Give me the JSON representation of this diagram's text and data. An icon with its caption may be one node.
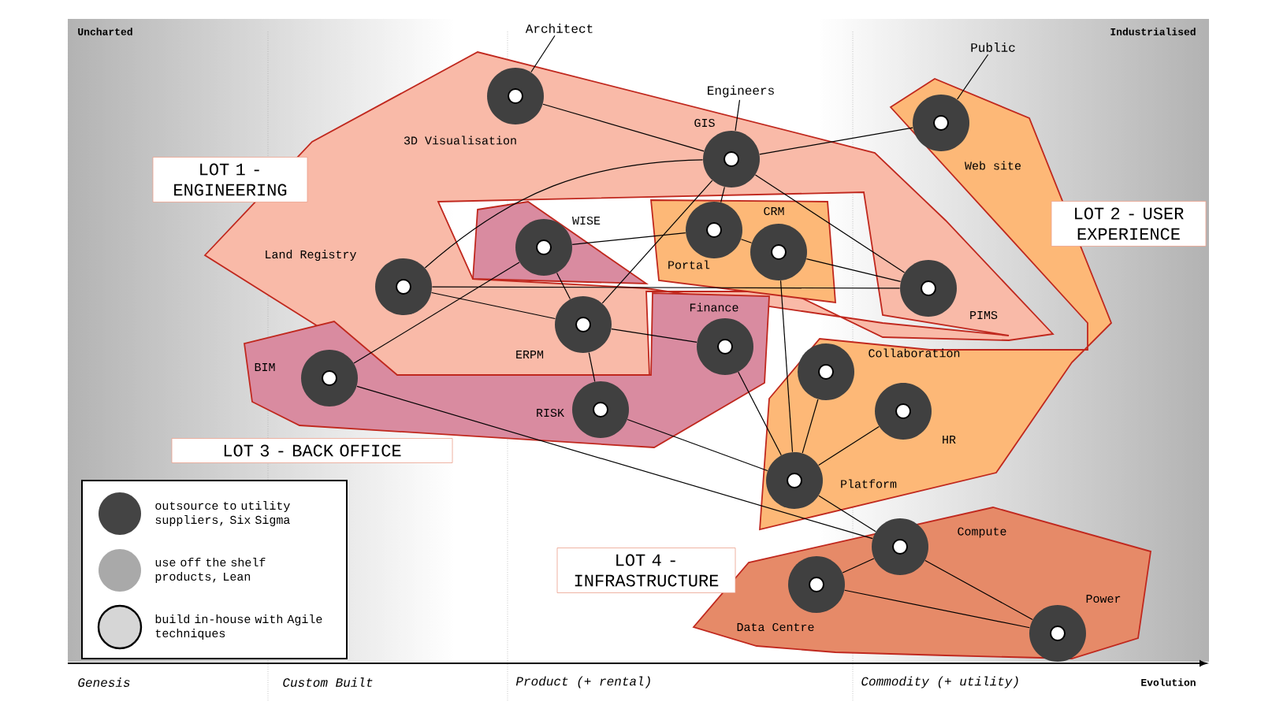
{
  "diagram": {
    "nodes": [
      {
        "text": [
          "Architect"
        ]
      },
      {
        "text": [
          "3D Visualisation"
        ]
      },
      {
        "text": [
          "Engineers"
        ]
      },
      {
        "text": [
          "Public"
        ]
      },
      {
        "text": [
          "GIS"
        ]
      },
      {
        "text": [
          "Web site"
        ]
      },
      {
        "text": [
          "LOT 1 - ENGINEERING"
        ]
      },
      {
        "text": [
          "LOT 2 - USER EXPERIENCE"
        ]
      },
      {
        "text": [
          "WISE"
        ]
      },
      {
        "text": [
          "Portal"
        ]
      },
      {
        "text": [
          "CRM"
        ]
      },
      {
        "text": [
          "Land Registry"
        ]
      },
      {
        "text": [
          "PIMS"
        ]
      },
      {
        "text": [
          "ERPM"
        ]
      },
      {
        "text": [
          "Finance"
        ]
      },
      {
        "text": [
          "BIM"
        ]
      },
      {
        "text": [
          "Collaboration"
        ]
      },
      {
        "text": [
          "RISK"
        ]
      },
      {
        "text": [
          "HR"
        ]
      },
      {
        "text": [
          "LOT 3 - BACK OFFICE"
        ]
      },
      {
        "text": [
          "Platform"
        ]
      },
      {
        "text": [
          "Compute"
        ]
      },
      {
        "text": [
          "LOT 4 - INFRASTRUCTURE"
        ]
      },
      {
        "text": [
          "Data Centre"
        ]
      },
      {
        "text": [
          "Power"
        ]
      }
    ],
    "edges": [
      {
        "from": 0,
        "to": 1,
        "arrow": "none"
      },
      {
        "from": 2,
        "to": 4,
        "arrow": "none"
      },
      {
        "from": 3,
        "to": 5,
        "arrow": "none"
      },
      {
        "from": 1,
        "to": 4,
        "arrow": "none"
      },
      {
        "from": 4,
        "to": 5,
        "arrow": "none"
      },
      {
        "from": 11,
        "to": 4,
        "arrow": "none"
      },
      {
        "from": 8,
        "to": 9,
        "arrow": "none"
      },
      {
        "from": 9,
        "to": 10,
        "arrow": "none"
      },
      {
        "from": 10,
        "to": 12,
        "arrow": "none"
      },
      {
        "from": 11,
        "to": 12,
        "arrow": "none"
      },
      {
        "from": 11,
        "to": 13,
        "arrow": "none"
      },
      {
        "from": 8,
        "to": 13,
        "arrow": "none"
      },
      {
        "from": 15,
        "to": 8,
        "arrow": "none"
      },
      {
        "from": 13,
        "to": 4,
        "arrow": "none"
      },
      {
        "from": 13,
        "to": 14,
        "arrow": "none"
      },
      {
        "from": 13,
        "to": 17,
        "arrow": "none"
      },
      {
        "from": 4,
        "to": 9,
        "arrow": "none"
      },
      {
        "from": 4,
        "to": 12,
        "arrow": "none"
      },
      {
        "from": 10,
        "to": 20,
        "arrow": "none"
      },
      {
        "from": 16,
        "to": 20,
        "arrow": "none"
      },
      {
        "from": 14,
        "to": 20,
        "arrow": "none"
      },
      {
        "from": 18,
        "to": 20,
        "arrow": "none"
      },
      {
        "from": 17,
        "to": 20,
        "arrow": "none"
      },
      {
        "from": 15,
        "to": 21,
        "arrow": "none"
      },
      {
        "from": 20,
        "to": 21,
        "arrow": "none"
      },
      {
        "from": 21,
        "to": 23,
        "arrow": "none"
      },
      {
        "from": 21,
        "to": 24,
        "arrow": "none"
      },
      {
        "from": 23,
        "to": 24,
        "arrow": "none"
      }
    ],
    "labels": [
      "Uncharted",
      "Industrialised",
      "Genesis",
      "Custom Built",
      "Product (+ rental)",
      "Commodity (+ utility)",
      "Evolution"
    ],
    "legend": [
      {
        "text": "outsource to utility suppliers, Six Sigma",
        "color": "#444444"
      },
      {
        "text": "use off the shelf products, Lean",
        "color": "#a9a9a9"
      },
      {
        "text": "build in-house with Agile techniques",
        "color": "#d6d6d6"
      }
    ]
  }
}
